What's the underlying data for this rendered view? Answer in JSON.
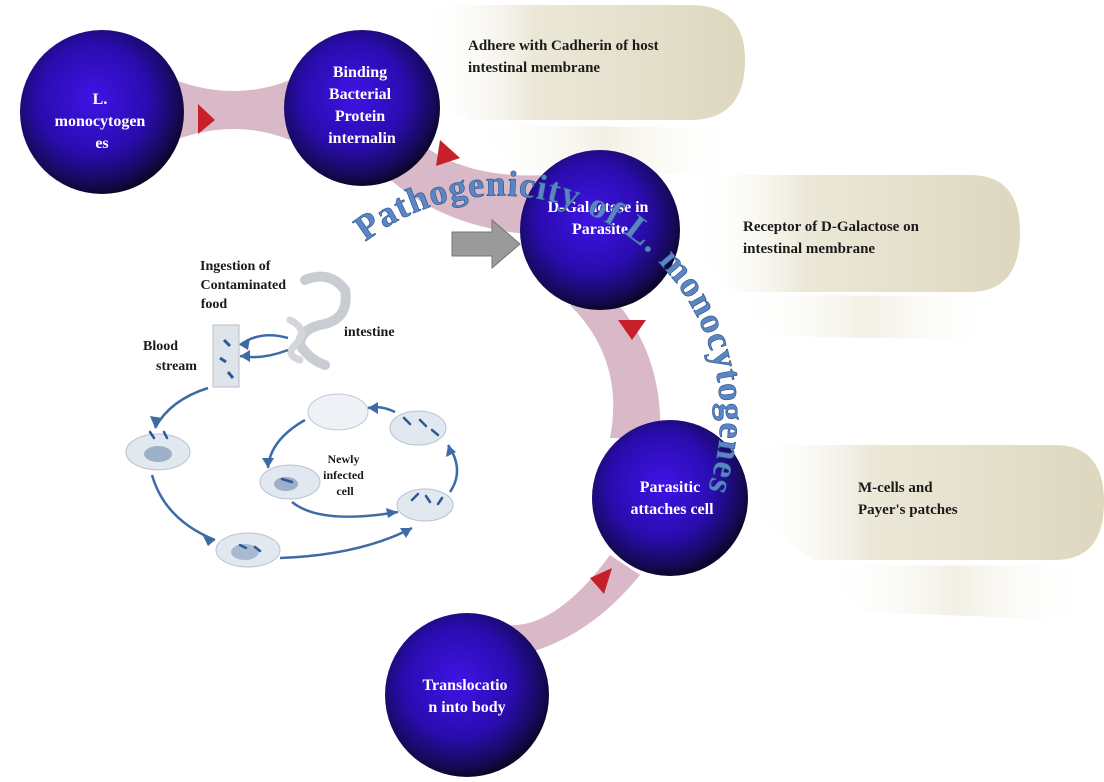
{
  "nodes": [
    {
      "id": "n1",
      "lines": [
        "L.",
        "monocytogen",
        "es"
      ]
    },
    {
      "id": "n2",
      "lines": [
        "Binding",
        "Bacterial",
        "Protein",
        "internalin"
      ]
    },
    {
      "id": "n3",
      "lines": [
        "D-Galactose in",
        "Parasite"
      ]
    },
    {
      "id": "n4",
      "lines": [
        "Parasitic",
        "attaches cell"
      ]
    },
    {
      "id": "n5",
      "lines": [
        "Translocatio",
        "n into body"
      ]
    }
  ],
  "callouts": [
    {
      "id": "c1",
      "lines": [
        "Adhere with Cadherin of host",
        "intestinal membrane"
      ]
    },
    {
      "id": "c2",
      "lines": [
        "Receptor of D-Galactose on",
        "intestinal membrane"
      ]
    },
    {
      "id": "c3",
      "lines": [
        "M-cells and",
        "Payer's patches"
      ]
    }
  ],
  "arc_title": "Pathogenicity of L. monocytogenes",
  "inset": {
    "ingestion": [
      "Ingestion of",
      "Contaminated",
      "food"
    ],
    "intestine": "intestine",
    "blood": [
      "Blood",
      "stream"
    ],
    "newly": [
      "Newly",
      "infected",
      "cell"
    ]
  },
  "colors": {
    "node_core": "#3a10d8",
    "node_edge": "#0b0630",
    "connector": "#d9b9c8",
    "triangle": "#c8202a",
    "callout": "#e6e1cf",
    "arc": "#5b86c4",
    "inset_arrow": "#3d6ba6"
  }
}
